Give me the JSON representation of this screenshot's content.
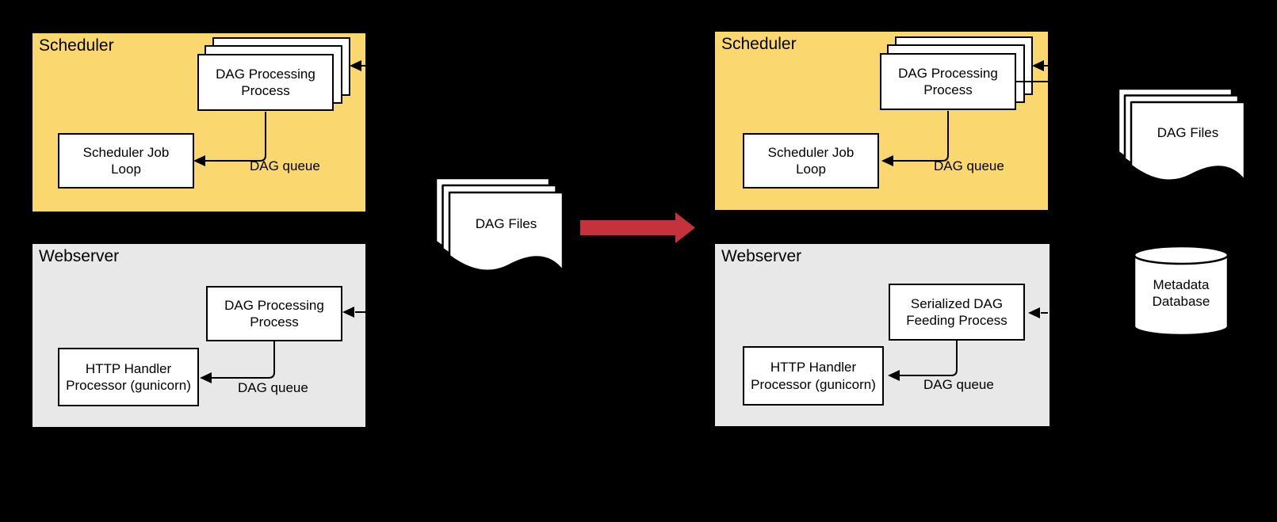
{
  "colors": {
    "background": "#000000",
    "scheduler_fill": "#FBD76F",
    "webserver_fill": "#E8E8E8",
    "shape_fill": "#FFFFFF",
    "line": "#000000",
    "transition_arrow": "#C4323C"
  },
  "before": {
    "scheduler": {
      "label": "Scheduler",
      "dag_processing_label": "DAG Processing\nProcess",
      "job_loop_label": "Scheduler Job\nLoop",
      "queue_label": "DAG queue"
    },
    "webserver": {
      "label": "Webserver",
      "dag_processing_label": "DAG Processing\nProcess",
      "http_handler_label": "HTTP Handler\nProcessor (gunicorn)",
      "queue_label": "DAG queue"
    },
    "dag_files_label": "DAG Files"
  },
  "after": {
    "scheduler": {
      "label": "Scheduler",
      "dag_processing_label": "DAG Processing\nProcess",
      "job_loop_label": "Scheduler Job\nLoop",
      "queue_label": "DAG queue"
    },
    "webserver": {
      "label": "Webserver",
      "feeding_label": "Serialized DAG\nFeeding Process",
      "http_handler_label": "HTTP Handler\nProcessor (gunicorn)",
      "queue_label": "DAG queue"
    },
    "dag_files_label": "DAG Files",
    "metadata_db_label": "Metadata\nDatabase"
  }
}
